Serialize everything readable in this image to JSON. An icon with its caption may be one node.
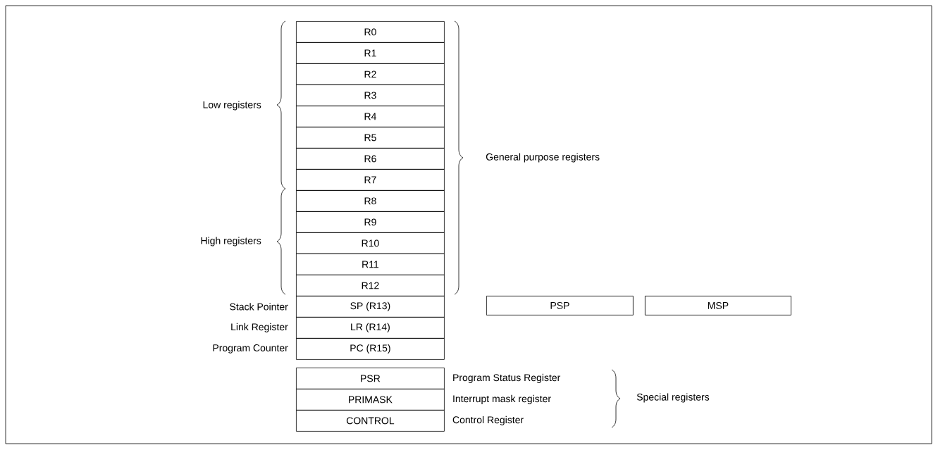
{
  "diagram": {
    "nodes": [
      {
        "text": [
          "R0"
        ]
      },
      {
        "text": [
          "R1"
        ]
      },
      {
        "text": [
          "R2"
        ]
      },
      {
        "text": [
          "R3"
        ]
      },
      {
        "text": [
          "R4"
        ]
      },
      {
        "text": [
          "R5"
        ]
      },
      {
        "text": [
          "R6"
        ]
      },
      {
        "text": [
          "R7"
        ]
      },
      {
        "text": [
          "R8"
        ]
      },
      {
        "text": [
          "R9"
        ]
      },
      {
        "text": [
          "R10"
        ]
      },
      {
        "text": [
          "R11"
        ]
      },
      {
        "text": [
          "R12"
        ]
      },
      {
        "text": [
          "SP (R13)"
        ],
        "beside": [
          "Stack Pointer"
        ]
      },
      {
        "text": [
          "LR (R14)"
        ],
        "beside": [
          "Link Register"
        ]
      },
      {
        "text": [
          "PC (R15)"
        ],
        "beside": [
          "Program Counter"
        ]
      },
      {
        "text": [
          "PSP"
        ]
      },
      {
        "text": [
          "MSP"
        ]
      },
      {
        "text": [
          "PSR"
        ],
        "beside": [
          "Program Status Register"
        ]
      },
      {
        "text": [
          "PRIMASK"
        ],
        "beside": [
          "Interrupt mask register"
        ]
      },
      {
        "text": [
          "CONTROL"
        ],
        "beside": [
          "Control Register"
        ]
      }
    ],
    "labels": [
      "Low registers",
      "General purpose registers",
      "High registers",
      "Special registers"
    ]
  }
}
